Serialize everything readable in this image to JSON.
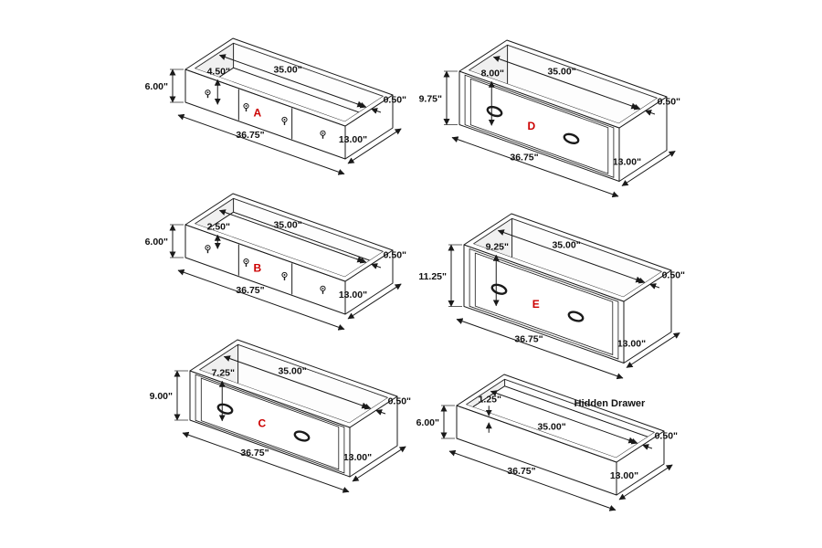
{
  "page": {
    "background": "#ffffff"
  },
  "diagram": {
    "type": "drawer-dimension-diagram",
    "line_color": "#1a1a1a",
    "accent_color": "#cc0000",
    "drawers": [
      {
        "id": "A",
        "label": "A",
        "label_color": "#cc0000",
        "label_position": "front",
        "front_style": "three-panel-keyhole",
        "dims": {
          "height": "6.00\"",
          "inner_depth": "4.50\"",
          "inner_width": "35.00\"",
          "wall_thickness": "0.50\"",
          "side_depth": "13.00\"",
          "outer_width": "36.75\""
        }
      },
      {
        "id": "B",
        "label": "B",
        "label_color": "#cc0000",
        "label_position": "front",
        "front_style": "three-panel-keyhole",
        "dims": {
          "height": "6.00\"",
          "inner_depth": "2.50\"",
          "inner_width": "35.00\"",
          "wall_thickness": "0.50\"",
          "side_depth": "13.00\"",
          "outer_width": "36.75\""
        }
      },
      {
        "id": "C",
        "label": "C",
        "label_color": "#cc0000",
        "label_position": "front",
        "front_style": "panel-oval",
        "dims": {
          "height": "9.00\"",
          "inner_depth": "7.25\"",
          "inner_width": "35.00\"",
          "wall_thickness": "0.50\"",
          "side_depth": "13.00\"",
          "outer_width": "36.75\""
        }
      },
      {
        "id": "D",
        "label": "D",
        "label_color": "#cc0000",
        "label_position": "front",
        "front_style": "panel-oval",
        "dims": {
          "height": "9.75\"",
          "inner_depth": "8.00\"",
          "inner_width": "35.00\"",
          "wall_thickness": "0.50\"",
          "side_depth": "13.00\"",
          "outer_width": "36.75\""
        }
      },
      {
        "id": "E",
        "label": "E",
        "label_color": "#cc0000",
        "label_position": "front",
        "front_style": "panel-oval",
        "dims": {
          "height": "11.25\"",
          "inner_depth": "9.25\"",
          "inner_width": "35.00\"",
          "wall_thickness": "0.50\"",
          "side_depth": "13.00\"",
          "outer_width": "36.75\""
        }
      },
      {
        "id": "Hidden",
        "label": "Hidden Drawer",
        "label_color": "#111111",
        "label_position": "above",
        "front_style": "plain",
        "dims": {
          "height": "6.00\"",
          "inner_depth": "1.25\"",
          "inner_width": "35.00\"",
          "wall_thickness": "0.50\"",
          "side_depth": "13.00\"",
          "outer_width": "36.75\""
        }
      }
    ]
  }
}
